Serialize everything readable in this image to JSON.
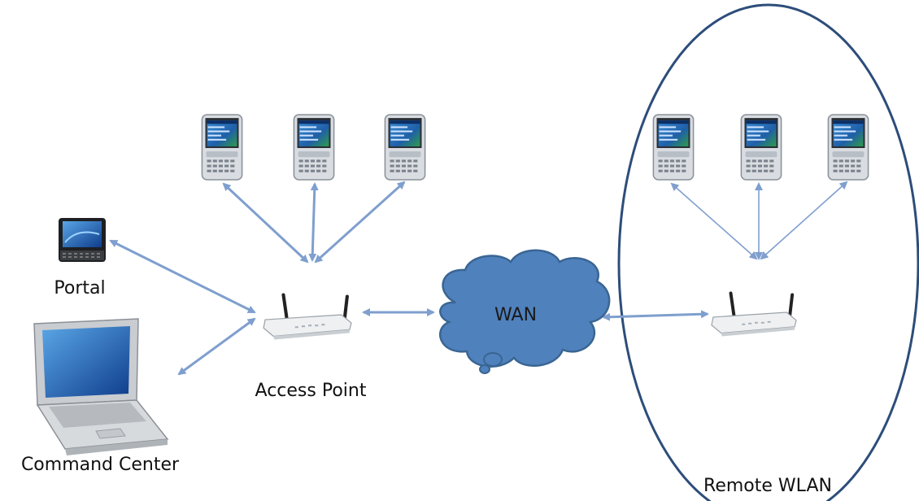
{
  "diagram": {
    "labels": {
      "portal": "Portal",
      "command_center": "Command Center",
      "access_point": "Access Point",
      "wan": "WAN",
      "remote_wlan": "Remote WLAN"
    }
  },
  "colors": {
    "arrow": "#7f9fce",
    "cloud_fill": "#4f81bd",
    "cloud_stroke": "#3a6592",
    "ellipse_stroke": "#2d4d7a"
  },
  "icons": [
    "pda-icon",
    "tablet-device-icon",
    "laptop-icon",
    "wireless-router-icon",
    "cloud-icon"
  ]
}
